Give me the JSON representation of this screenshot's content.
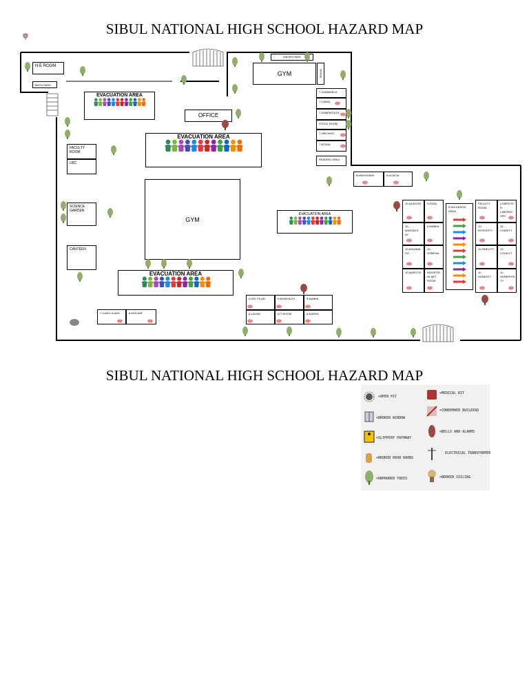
{
  "titles": {
    "top": "SIBUL NATIONAL HIGH SCHOOL HAZARD MAP",
    "bottom": "SIBUL NATIONAL HIGH SCHOOL HAZARD MAP"
  },
  "rooms": {
    "he_room": "H.E ROOM",
    "math_park": "MATH PARK",
    "gym_top": "GYM",
    "water_park": "WATER PARK",
    "stage": "STAGE",
    "office": "OFFICE",
    "faculty_room": "FACULTY ROOM",
    "lrc": "LRC",
    "science_garden": "SCIENCE GARDEN",
    "canteen": "CANTEEN",
    "gym_main": "GYM",
    "r7_gumamela": "7-GUMAMELA",
    "r7_camia": "7-CAMIA",
    "r7_sampaguita": "7-SAMPAGUITA",
    "stock_room": "STOCK ROOM",
    "r7_orchids": "7-ORCHIDS",
    "r7_rosal": "7-ROSAL",
    "reading_area": "READING AREA",
    "r8_mahogany": "8-MAHOGANY",
    "r8_acacia": "8-ACACIA",
    "r10_quezon": "10-QUEZON",
    "r9_rizal": "9-RIZAL",
    "r10_magsaysay": "10-MAGSAYS AY",
    "r9_mabini_b": "9-MABINI",
    "r10_aguinaldo": "10-AGUINAL DO",
    "r10_osmena": "10-OSMENA",
    "r10_marcos": "10-MARCOS",
    "industrial_art": "INDUSTRI AL ART ROOM",
    "evac_small_side": "EVACUATION AREA",
    "faculty_room_2": "FACULTY ROOM",
    "computer_lab": "COMPUTE R LABORAT ORY",
    "r12_integrity": "12-INTEGRITY",
    "r12_charity": "12-CHARITY",
    "r11_fidelity": "11-FIDELITY",
    "r12_loyalty": "12-LOYALTY",
    "r11_honesty": "11-HONESTY",
    "r11_generosity": "11-GENEROSI TY",
    "r9_del_pilar": "9-DEL PILAR",
    "r9_bonifacio": "9-BONIFACIO",
    "r9_mabini": "9-MABINI",
    "r8_lauan": "8-LAUAN",
    "ict_room": "ICT ROOM",
    "r8_narra": "8-NARRA",
    "r7_ilang_ilang": "7-ILANG-ILANG",
    "r8_molave": "8-MOLAVE"
  },
  "evacuation": {
    "area_1": "EVACUATION AREA",
    "area_2": "EVACUATION AREA",
    "area_3": "EVACUATION AREA",
    "area_4": "EVACUATION AREA"
  },
  "legend": {
    "open_pit": "=OPEN PIT",
    "medical_kit": "=MEDICAL KIT",
    "broken_window": "=BROKEN WINDOW",
    "condemned_building": "=CONDEMNED BUILDING",
    "slippery_pathway": "=SLIPPERY PATHWAY",
    "bells_alarms": "=BELLS AND ALARMS",
    "broken_door_knobs": "=BROKEN DOOR KNOBS",
    "electrical_transformer": "ELECTRICAL TRANSFORMER",
    "unpruned_trees": "=UNPRUNED TREES",
    "broken_ceiling": "=BROKEN CEILING"
  },
  "colors": {
    "tree": "#8fae6a",
    "alarm": "#9a4a45",
    "person_palette": [
      "#2e8b57",
      "#7cb342",
      "#ab47bc",
      "#3f51b5",
      "#1e88e5",
      "#e53935",
      "#c62828",
      "#8e24aa",
      "#43a047",
      "#1565c0",
      "#fb8c00",
      "#ef6c00"
    ],
    "arrow_palette": [
      "#e53935",
      "#43a047",
      "#1e88e5",
      "#8e24aa",
      "#fb8c00",
      "#e53935",
      "#43a047",
      "#1e88e5",
      "#8e24aa",
      "#fb8c00",
      "#e53935"
    ]
  }
}
